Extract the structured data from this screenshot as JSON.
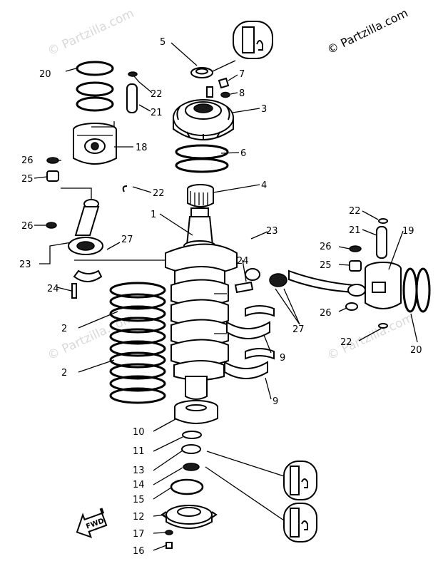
{
  "copyright": "© Partzilla.com",
  "watermark": "© Partzilla.com",
  "callouts": [
    "1",
    "2",
    "2",
    "3",
    "4",
    "5",
    "6",
    "7",
    "8",
    "9",
    "9",
    "10",
    "11",
    "12",
    "13",
    "14",
    "15",
    "16",
    "17",
    "18",
    "19",
    "20",
    "20",
    "21",
    "21",
    "22",
    "22",
    "22",
    "22",
    "23",
    "23",
    "24",
    "24",
    "25",
    "25",
    "26",
    "26",
    "26",
    "27",
    "27"
  ],
  "fwd_label": "FWD",
  "colors": {
    "ink": "#000000",
    "watermark": "#d9d9d9",
    "background": "#ffffff"
  }
}
